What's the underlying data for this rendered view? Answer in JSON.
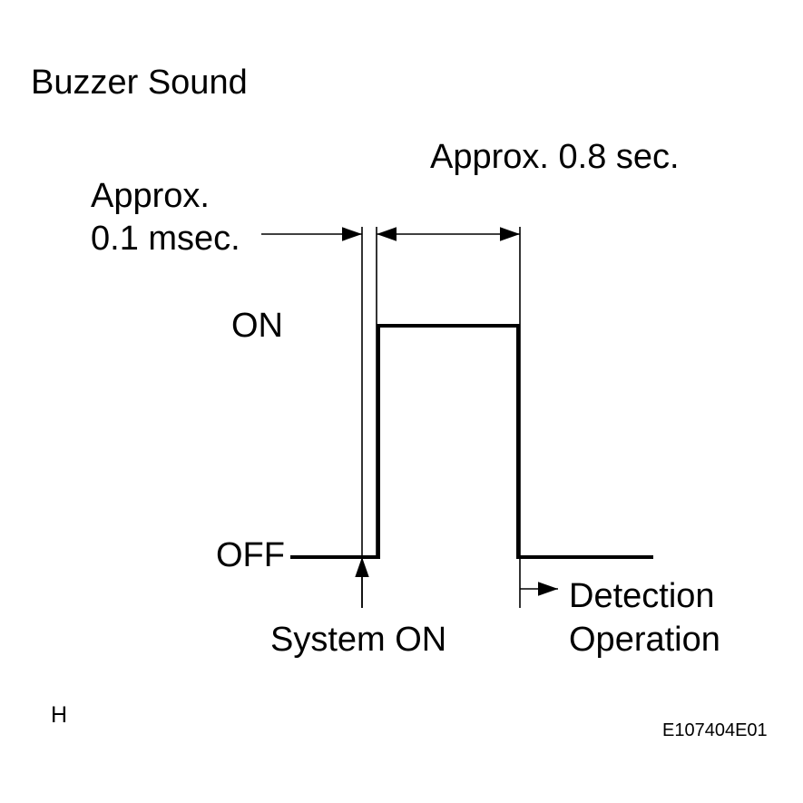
{
  "diagram": {
    "title": "Buzzer Sound",
    "width_label": "Approx. 0.8 sec.",
    "delay_label_line1": "Approx.",
    "delay_label_line2": "0.1 msec.",
    "on_label": "ON",
    "off_label": "OFF",
    "system_on_label": "System ON",
    "detection_label_line1": "Detection",
    "detection_label_line2": "Operation",
    "corner_mark": "H",
    "figure_code": "E107404E01"
  },
  "colors": {
    "line": "#000000",
    "background": "#ffffff"
  }
}
